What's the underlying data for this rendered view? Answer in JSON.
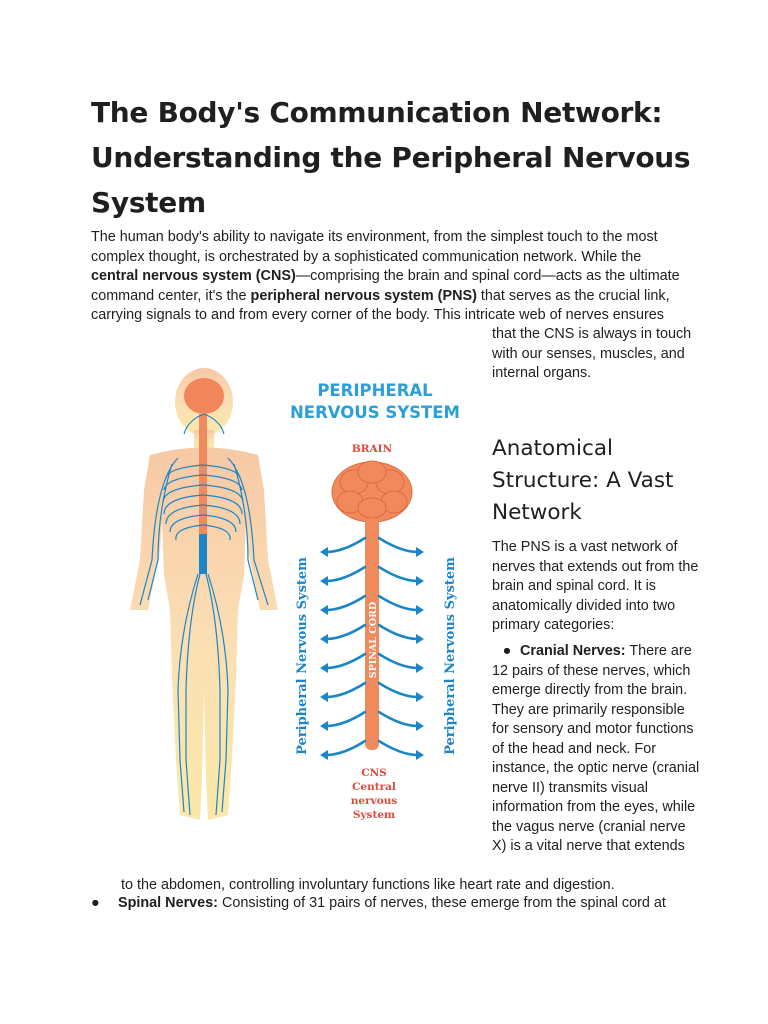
{
  "title": "The Body's Communication Network: Understanding the Peripheral Nervous System",
  "intro": {
    "part1": "The human body's ability to navigate its environment, from the simplest touch to the most complex thought, is orchestrated by a sophisticated communication network. While the ",
    "bold1": "central nervous system (CNS)",
    "part2": "—comprising the brain and spinal cord—acts as the ultimate command center, it's the ",
    "bold2": "peripheral nervous system (PNS)",
    "part3": " that serves as the crucial link, carrying signals to and from every corner of the body. This intricate web of nerves ensures",
    "continued": "that the CNS is always in touch with our senses, muscles, and internal organs."
  },
  "section": {
    "heading": "Anatomical Structure: A Vast Network",
    "intro": "The PNS is a vast network of nerves that extends out from the brain and spinal cord. It is anatomically divided into two primary categories:"
  },
  "bullets": [
    {
      "term": "Cranial Nerves:",
      "text": " There are 12 pairs of these nerves, which emerge directly from the brain. They are primarily responsible for sensory and motor functions of the head and neck. For instance, the optic nerve (cranial nerve II) transmits visual information from the eyes, while the vagus nerve (cranial nerve X) is a vital nerve that extends",
      "continued": "to the abdomen, controlling involuntary functions like heart rate and digestion."
    },
    {
      "term": "Spinal Nerves:",
      "text": " Consisting of 31 pairs of nerves, these emerge from the spinal cord at"
    }
  ],
  "figure": {
    "title_line1": "PERIPHERAL",
    "title_line2": "NERVOUS SYSTEM",
    "brain_label": "BRAIN",
    "cord_label": "SPINAL CORD",
    "side_label": "Peripheral Nervous System",
    "cns_line1": "CNS",
    "cns_line2": "Central",
    "cns_line3": "nervous",
    "cns_line4": "System"
  },
  "colors": {
    "text": "#1f1f1f",
    "figure_title": "#2a9fd8",
    "nerve_blue": "#1a86c7",
    "cord_orange": "#f08a5d",
    "label_red": "#e0483a",
    "skin": "#fbe3a8",
    "skin_top": "#f7c9a6"
  }
}
